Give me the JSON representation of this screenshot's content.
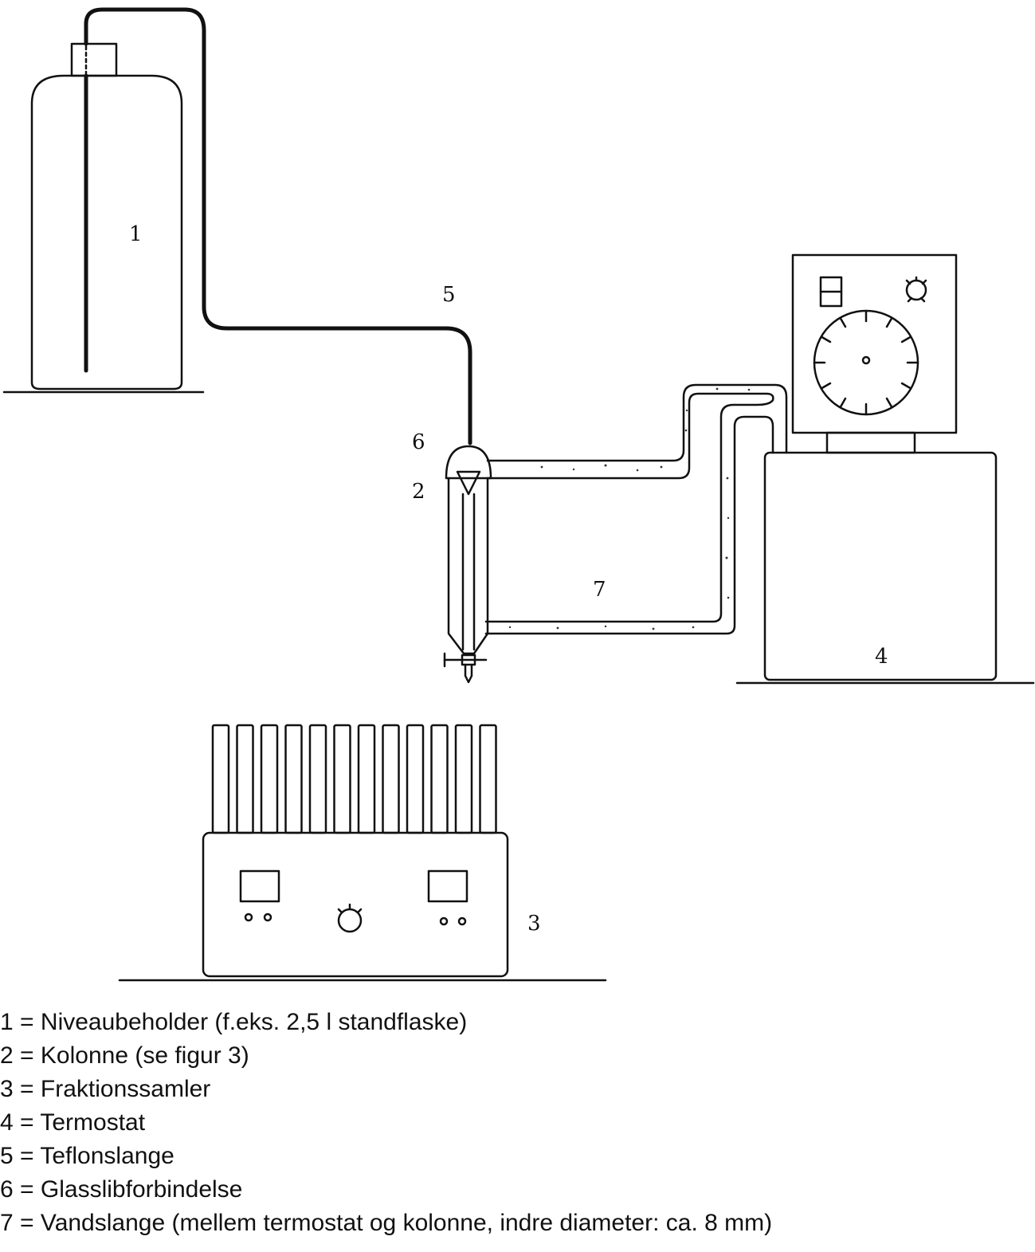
{
  "callouts": {
    "c1": "1",
    "c2": "2",
    "c3": "3",
    "c4": "4",
    "c5": "5",
    "c6": "6",
    "c7": "7"
  },
  "legend": [
    {
      "num": "1",
      "sep": "=",
      "text": "Niveaubeholder (f.eks. 2,5 l standflaske)"
    },
    {
      "num": "2",
      "sep": "=",
      "text": "Kolonne (se figur 3)"
    },
    {
      "num": "3",
      "sep": "=",
      "text": "Fraktionssamler"
    },
    {
      "num": "4",
      "sep": "=",
      "text": "Termostat"
    },
    {
      "num": "5",
      "sep": "=",
      "text": "Teflonslange"
    },
    {
      "num": "6",
      "sep": "=",
      "text": "Glasslibforbindelse"
    },
    {
      "num": "7",
      "sep": "=",
      "text": "Vandslange (mellem termostat og kolonne, indre diameter: ca. 8 mm)"
    }
  ]
}
